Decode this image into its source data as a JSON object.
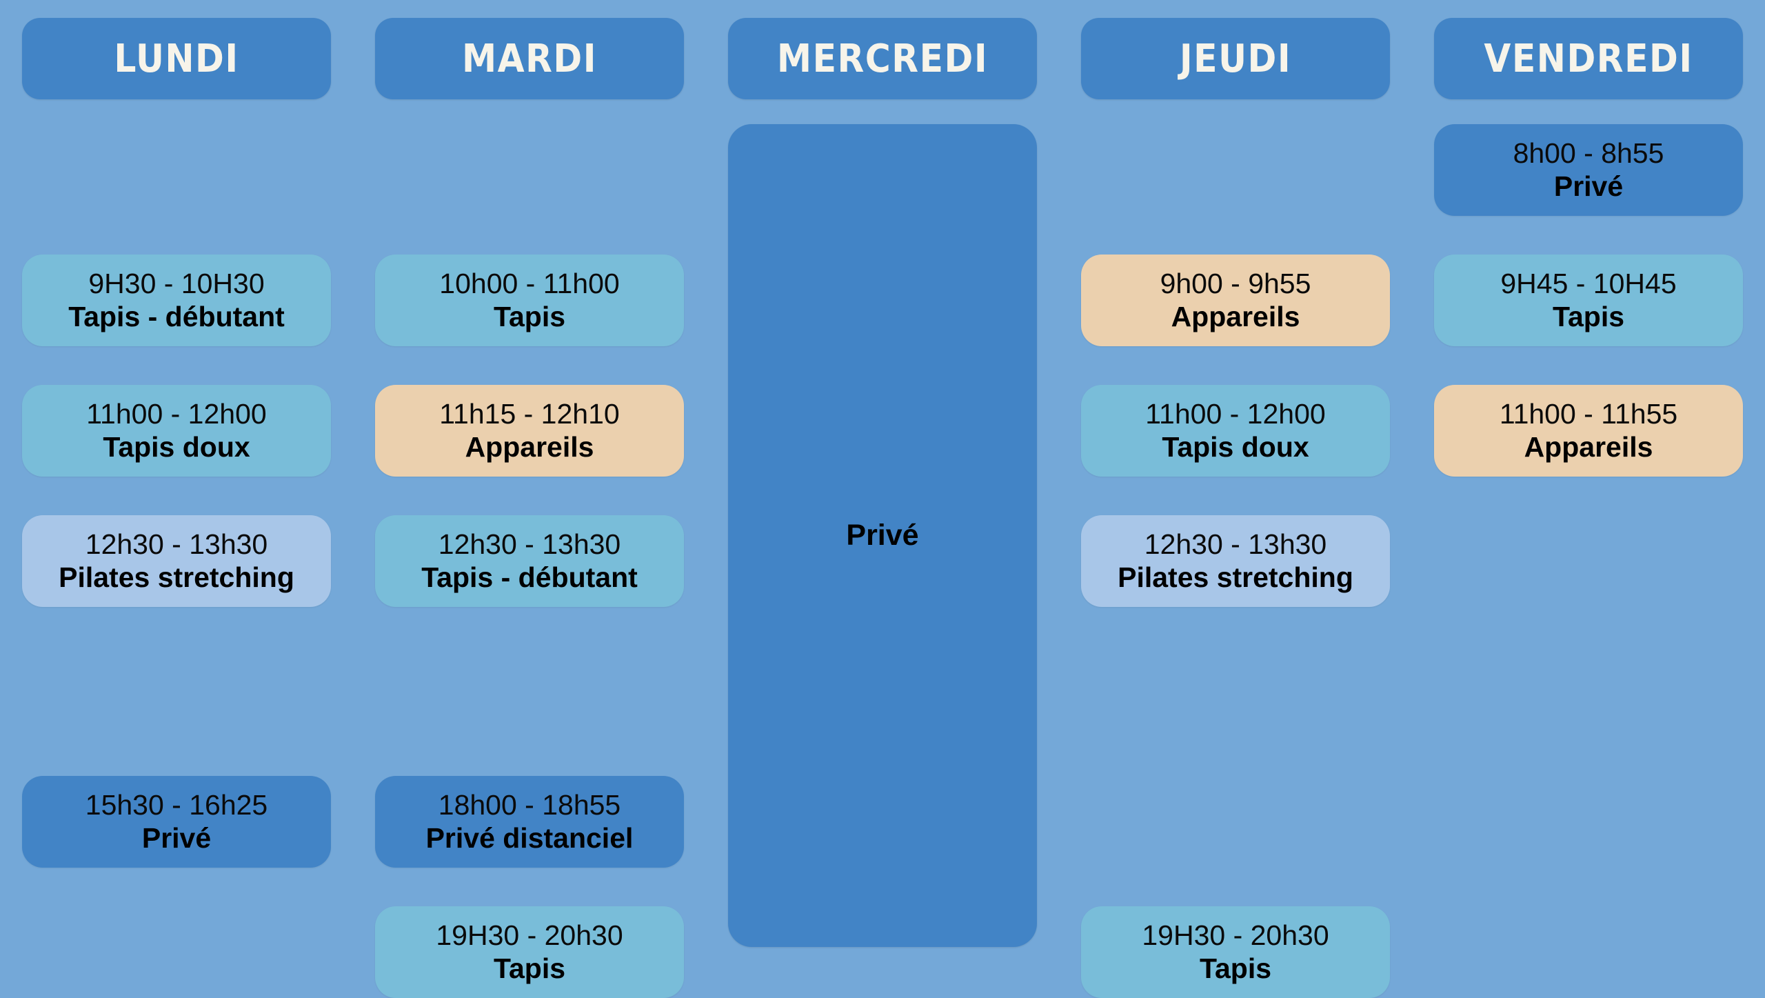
{
  "colors": {
    "background": "#74a8d8",
    "header_pill": "#4284c6",
    "header_text": "#f7f4ea",
    "tapis": "#79bdd9",
    "appareils": "#ebd0ae",
    "pilates": "#a8c6e8",
    "prive": "#4284c6"
  },
  "columns": [
    {
      "day": "LUNDI",
      "full_day_card": null,
      "slots": [
        {
          "kind": "empty"
        },
        {
          "kind": "tapis",
          "time": "9H30 - 10H30",
          "title": "Tapis - débutant"
        },
        {
          "kind": "tapis",
          "time": "11h00 - 12h00",
          "title": "Tapis doux"
        },
        {
          "kind": "pilates",
          "time": "12h30 - 13h30",
          "title": "Pilates stretching"
        },
        {
          "kind": "empty"
        },
        {
          "kind": "prive",
          "time": "15h30 - 16h25",
          "title": "Privé"
        },
        {
          "kind": "empty"
        }
      ]
    },
    {
      "day": "MARDI",
      "full_day_card": null,
      "slots": [
        {
          "kind": "empty"
        },
        {
          "kind": "tapis",
          "time": "10h00 - 11h00",
          "title": "Tapis"
        },
        {
          "kind": "appareils",
          "time": "11h15 - 12h10",
          "title": "Appareils"
        },
        {
          "kind": "tapis",
          "time": "12h30 - 13h30",
          "title": "Tapis - débutant"
        },
        {
          "kind": "empty"
        },
        {
          "kind": "prive",
          "time": "18h00 - 18h55",
          "title": "Privé distanciel"
        },
        {
          "kind": "tapis",
          "time": "19H30 - 20h30",
          "title": "Tapis"
        }
      ]
    },
    {
      "day": "MERCREDI",
      "full_day_card": {
        "kind": "prive",
        "title": "Privé"
      },
      "slots": []
    },
    {
      "day": "JEUDI",
      "full_day_card": null,
      "slots": [
        {
          "kind": "empty"
        },
        {
          "kind": "appareils",
          "time": "9h00 - 9h55",
          "title": "Appareils"
        },
        {
          "kind": "tapis",
          "time": "11h00 - 12h00",
          "title": "Tapis doux"
        },
        {
          "kind": "pilates",
          "time": "12h30 - 13h30",
          "title": "Pilates stretching"
        },
        {
          "kind": "empty"
        },
        {
          "kind": "empty"
        },
        {
          "kind": "tapis",
          "time": "19H30 - 20h30",
          "title": "Tapis"
        }
      ]
    },
    {
      "day": "VENDREDI",
      "full_day_card": null,
      "slots": [
        {
          "kind": "prive",
          "time": "8h00 - 8h55",
          "title": "Privé"
        },
        {
          "kind": "tapis",
          "time": "9H45 - 10H45",
          "title": "Tapis"
        },
        {
          "kind": "appareils",
          "time": "11h00 - 11h55",
          "title": "Appareils"
        },
        {
          "kind": "empty"
        },
        {
          "kind": "empty"
        },
        {
          "kind": "empty"
        },
        {
          "kind": "empty"
        }
      ]
    }
  ]
}
